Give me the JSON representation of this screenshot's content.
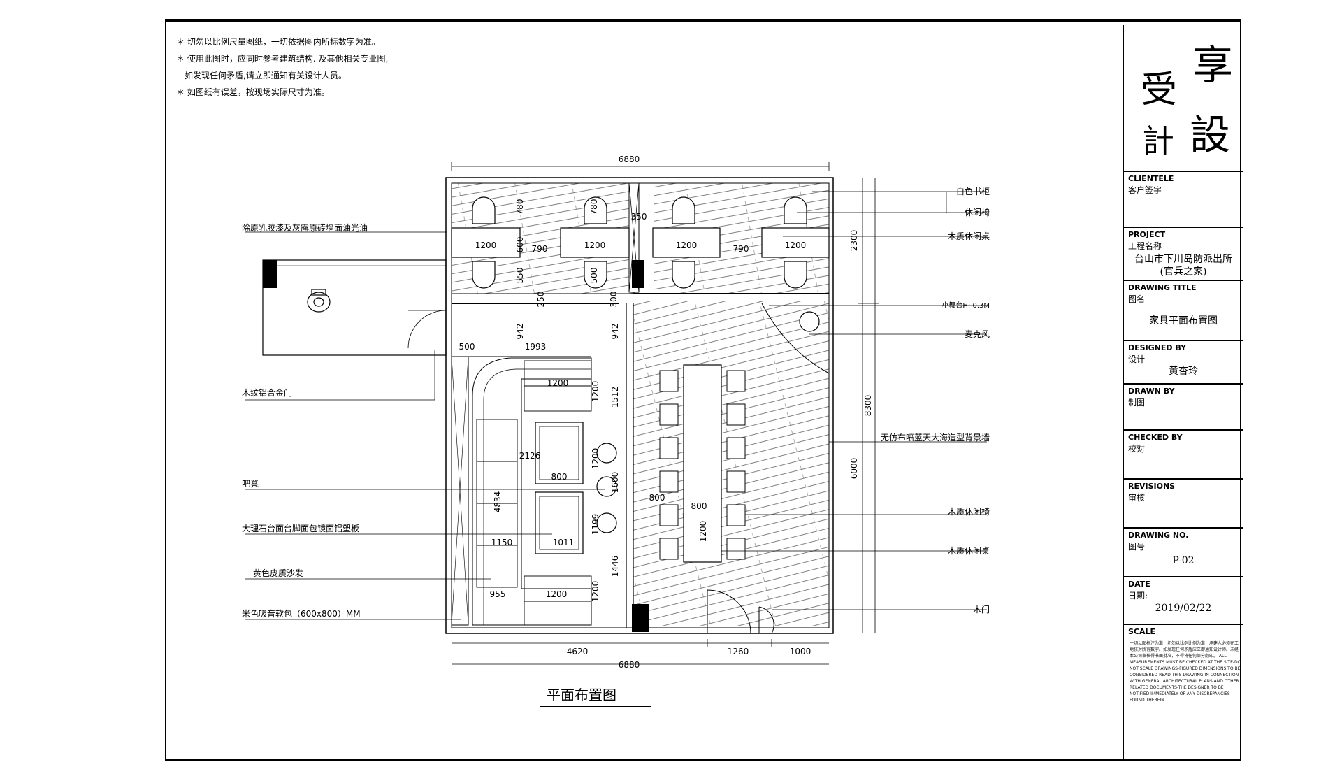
{
  "notes": [
    "＊ 切勿以比例尺量图纸，一切依据图内所标数字为准。",
    "＊ 使用此图时，应同时参考建筑结构. 及其他相关专业图,",
    "如发现任何矛盾,请立即通知有关设计人员。",
    "＊ 如图纸有误差，按现场实际尺寸为准。"
  ],
  "logo": {
    "c1": "享",
    "c2": "受",
    "c3": "設",
    "c4": "計"
  },
  "title_block": {
    "clientele_label": "CLIENTELE",
    "clientele_sub": "客户签字",
    "project_label": "PROJECT",
    "project_sub": "工程名称",
    "project_value_1": "台山市下川岛防派出所",
    "project_value_2": "(官兵之家)",
    "drawing_title_label": "DRAWING TITLE",
    "drawing_title_sub": "图名",
    "drawing_title_value": "家具平面布置图",
    "designed_label": "DESIGNED BY",
    "designed_sub": "设计",
    "designed_value": "黄杏玲",
    "drawn_label": "DRAWN BY",
    "drawn_sub": "制图",
    "checked_label": "CHECKED BY",
    "checked_sub": "校对",
    "revisions_label": "REVISIONS",
    "revisions_sub": "审核",
    "drawing_no_label": "DRAWING NO.",
    "drawing_no_sub": "图号",
    "drawing_no_value": "P-02",
    "date_label": "DATE",
    "date_sub": "日期:",
    "date_value": "2019/02/22",
    "scale_label": "SCALE",
    "scale_note": "一切以图标注为准，切勿以比例比例为准，承建人必须在工地核对所有数字。如发现任何矛盾应立即通知设计师。未经本公司审核得书面批准，不得将任何部分翻印。 ALL MEASUREMENTS MUST BE CHECKED AT THE SITE-DO NOT SCALE DRAWINGS-FIGURED DIMENSIONS TO BE CONSIDERED-READ THIS DRAWING IN CONNECTION WITH GENERAL ARCHITECTURAL PLANS AND OTHER RELATED DOCUMENTS-THE DESIGNER TO BE NOTIFIED IMMEDIATELY OF ANY DISCREPANCIES FOUND THEREIN."
  },
  "plan_title": "平面布置图",
  "labels_left": {
    "l1": "除原乳胶漆及灰露原砖墙面油光油",
    "l2": "木纹铝合金门",
    "l3": "吧凳",
    "l4": "大理石台面台脚面包镜面铝塑板",
    "l5": "黄色皮质沙发",
    "l6": "米色吸音软包（600x800）MM"
  },
  "labels_right": {
    "r1": "白色书柜",
    "r2": "休闲椅",
    "r3": "木质休闲桌",
    "r4": "小舞台H: 0.3M",
    "r5": "麦克风",
    "r6": "无仿布喷蓝天大海造型背景墙",
    "r7": "木质休闲椅",
    "r8": "木质休闲桌",
    "r9": "木门"
  },
  "dims": {
    "top": "6880",
    "bottom_total": "6880",
    "b1": "4620",
    "b2": "1260",
    "b3": "1000",
    "right_2300": "2300",
    "right_8300": "8300",
    "right_6000": "6000",
    "d780a": "780",
    "d780b": "780",
    "d350": "350",
    "d1200a": "1200",
    "d600": "600",
    "d790a": "790",
    "d1200b": "1200",
    "d1200c": "1200",
    "d790b": "790",
    "d1200d": "1200",
    "d550": "550",
    "d500a": "500",
    "d250": "250",
    "d300": "300",
    "d942a": "942",
    "d942b": "942",
    "d500b": "500",
    "d1993": "1993",
    "d1200e": "1200",
    "d1200f": "1200",
    "d1512": "1512",
    "d2126": "2126",
    "d1200g": "1200",
    "d800a": "800",
    "d1600": "1600",
    "d4834": "4834",
    "d800b": "800",
    "d800c": "800",
    "d1199": "1199",
    "d1200h": "1200",
    "d1150": "1150",
    "d1011": "1011",
    "d1446": "1446",
    "d955": "955",
    "d1200i": "1200",
    "d1200j": "1200"
  }
}
